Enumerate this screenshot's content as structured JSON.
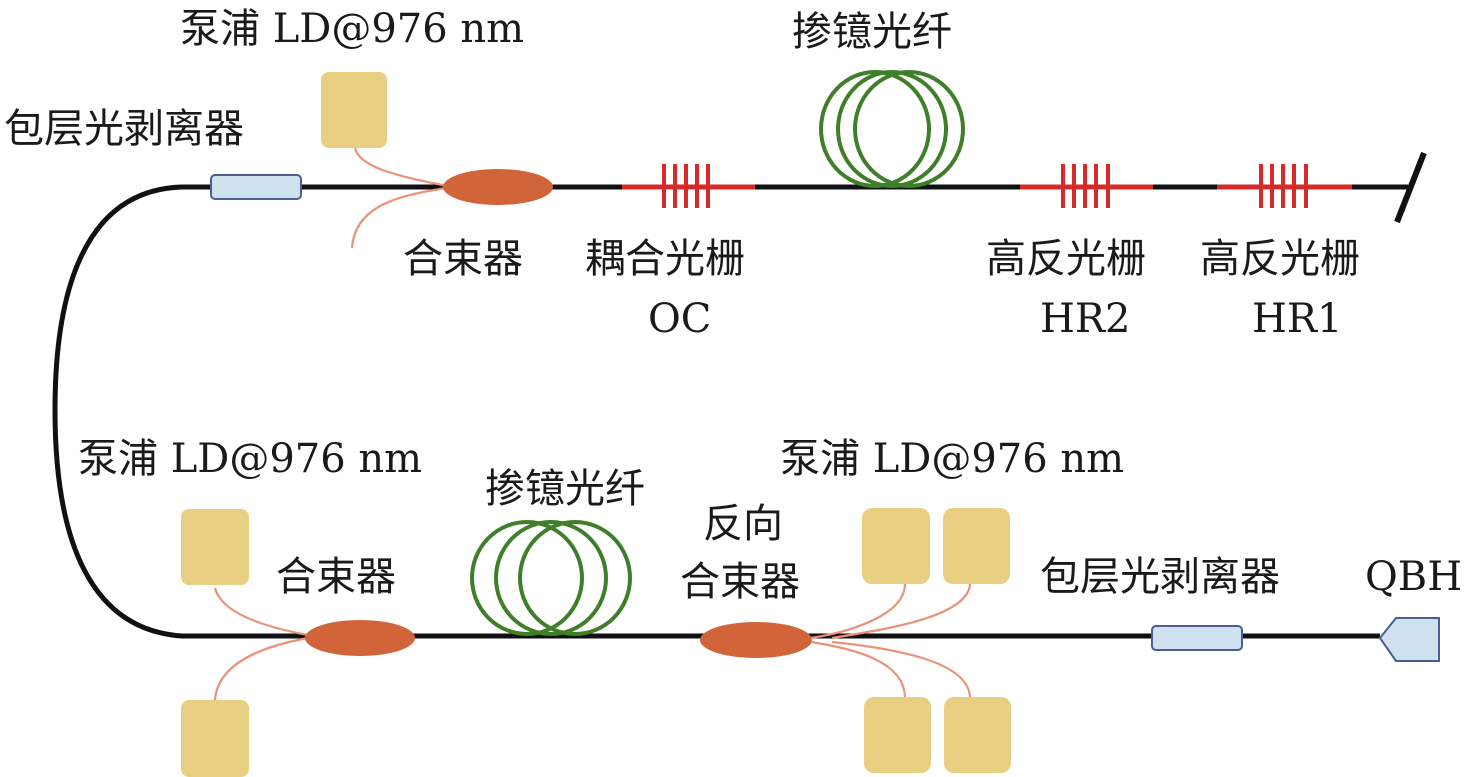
{
  "colors": {
    "fiber": "#111111",
    "grating": "#d42a2a",
    "pump_lead": "#e8937a",
    "doped_fiber": "#3f7f2a",
    "pump_ld": "#e8cf82",
    "combiner": "#d2643a",
    "stripper_fill": "#cfe0ef",
    "stripper_stroke": "#4a5e94"
  },
  "top": {
    "pump_label": "泵浦 LD@976 nm",
    "stripper_label": "包层光剥离器",
    "combiner_label": "合束器",
    "oc_label": "耦合光栅",
    "oc_sub": "OC",
    "doped_fiber_label": "掺镱光纤",
    "hr2_label": "高反光栅",
    "hr2_sub": "HR2",
    "hr1_label": "高反光栅",
    "hr1_sub": "HR1"
  },
  "bottom": {
    "pump_left_label": "泵浦 LD@976 nm",
    "combiner_label": "合束器",
    "doped_fiber_label": "掺镱光纤",
    "backward_combiner_line1": "反向",
    "backward_combiner_line2": "合束器",
    "pump_right_label": "泵浦 LD@976 nm",
    "stripper_label": "包层光剥离器",
    "qbh_label": "QBH"
  }
}
